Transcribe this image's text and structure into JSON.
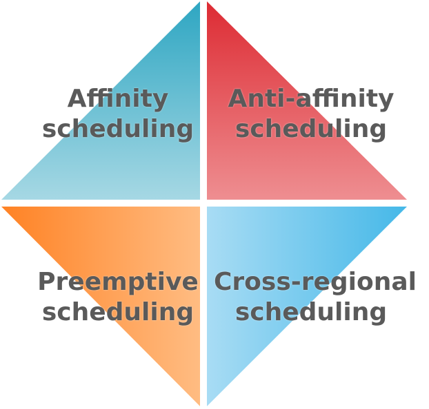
{
  "quadrants": {
    "top_left": {
      "line1": "Affinity",
      "line2": "scheduling",
      "color_start": "#2ea6c2",
      "color_end": "#a6d8e4"
    },
    "top_right": {
      "line1": "Anti-affinity",
      "line2": "scheduling",
      "color_start": "#dd2b33",
      "color_end": "#ee8e91"
    },
    "bottom_left": {
      "line1": "Preemptive",
      "line2": "scheduling",
      "color_start": "#ff8224",
      "color_end": "#ffbc82"
    },
    "bottom_right": {
      "line1": "Cross-regional",
      "line2": "scheduling",
      "color_start": "#a8dcf4",
      "color_end": "#45b8e8"
    }
  },
  "text_color": "#5a5a5a"
}
